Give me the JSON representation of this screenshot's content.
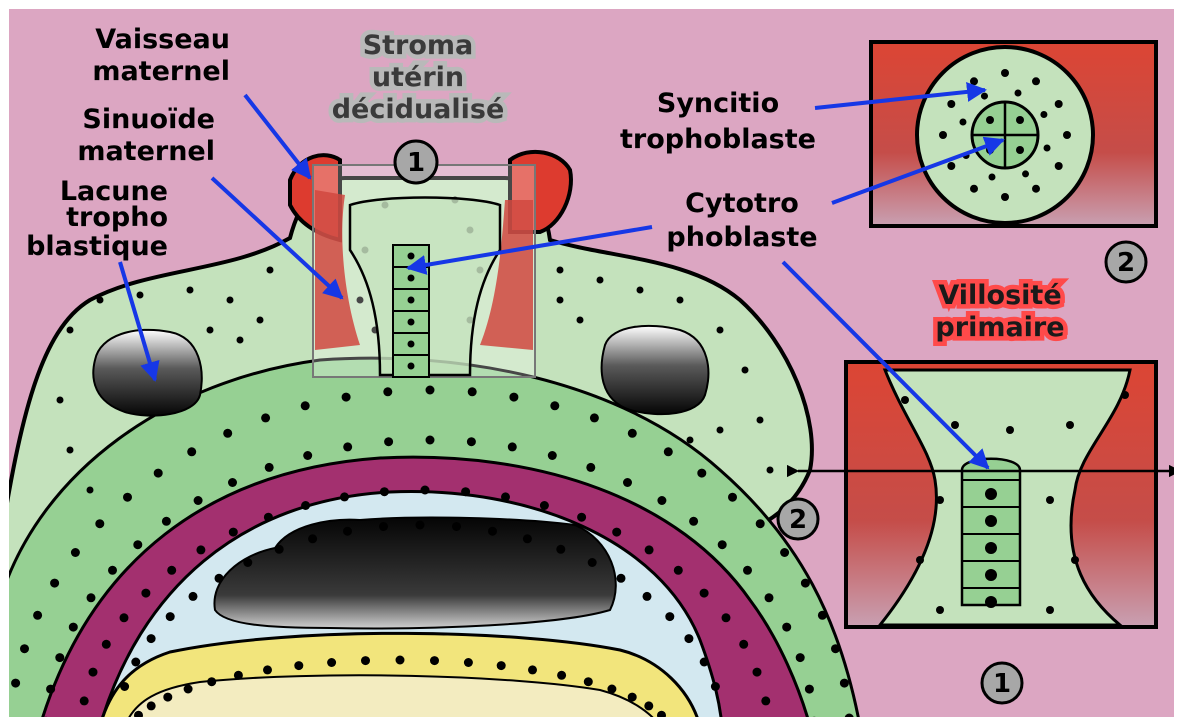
{
  "labels": {
    "vaisseau": [
      "Vaisseau",
      "maternel"
    ],
    "sinusoide": [
      "Sinuoïde",
      "maternel"
    ],
    "lacune": [
      "Lacune",
      "tropho",
      "blastique"
    ],
    "stroma": [
      "Stroma",
      "utérin",
      "décidualisé"
    ],
    "syncitio": [
      "Syncitio",
      "trophoblaste"
    ],
    "cytotro": [
      "Cytotro",
      "phoblaste"
    ],
    "villosite": [
      "Villosité",
      "primaire"
    ]
  },
  "markers": {
    "zoom_main": "1",
    "section_top": "2",
    "section_side": "2",
    "zoom_detail": "1"
  },
  "colors": {
    "background": "#dca6c2",
    "syncytio": "#c4e2bc",
    "cytotro": "#96d093",
    "epiblast": "#a3306f",
    "hypoblast": "#d3e8f0",
    "yolk": "#f2e57c",
    "maternal_blood": "#d9473e",
    "arrow": "#1637e6"
  }
}
